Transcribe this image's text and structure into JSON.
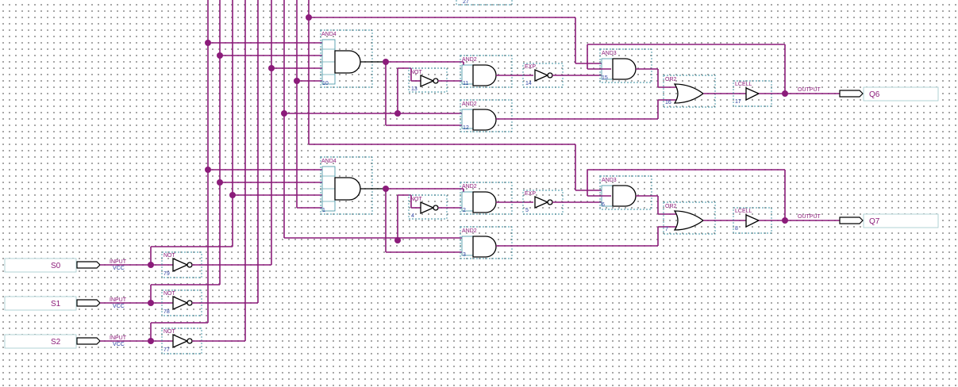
{
  "colors": {
    "wire": "#8b1c7a",
    "gate_outline": "#000000",
    "symbol_box": "#3a8fa0",
    "instance_number": "#2a3f9f"
  },
  "inputs": [
    {
      "name": "S0",
      "type": "INPUT",
      "default": "VCC"
    },
    {
      "name": "S1",
      "type": "INPUT",
      "default": "VCC"
    },
    {
      "name": "S2",
      "type": "INPUT",
      "default": "VCC"
    }
  ],
  "input_nots": [
    {
      "type": "NOT",
      "id": "79"
    },
    {
      "type": "NOT",
      "id": "78"
    },
    {
      "type": "NOT",
      "id": "77"
    }
  ],
  "top_partial_id": "27",
  "units": [
    {
      "output_name": "Q6",
      "output_type": "OUTPUT",
      "and4": {
        "type": "AND4",
        "id": "10"
      },
      "not": {
        "type": "NOT",
        "id": "13"
      },
      "and2a": {
        "type": "AND2",
        "id": "11"
      },
      "and2b": {
        "type": "AND2",
        "id": "12"
      },
      "exp": {
        "type": "EXP",
        "id": "14"
      },
      "and3": {
        "type": "AND3",
        "id": "15"
      },
      "or2": {
        "type": "OR2",
        "id": "16"
      },
      "lcell": {
        "type": "LCELL",
        "id": "17"
      }
    },
    {
      "output_name": "Q7",
      "output_type": "OUTPUT",
      "and4": {
        "type": "AND4",
        "id": "1"
      },
      "not": {
        "type": "NOT",
        "id": "4"
      },
      "and2a": {
        "type": "AND2",
        "id": "2"
      },
      "and2b": {
        "type": "AND2",
        "id": "3"
      },
      "exp": {
        "type": "EXP",
        "id": "5"
      },
      "and3": {
        "type": "AND3",
        "id": "6"
      },
      "or2": {
        "type": "OR2",
        "id": "7"
      },
      "lcell": {
        "type": "LCELL",
        "id": "8"
      }
    }
  ]
}
